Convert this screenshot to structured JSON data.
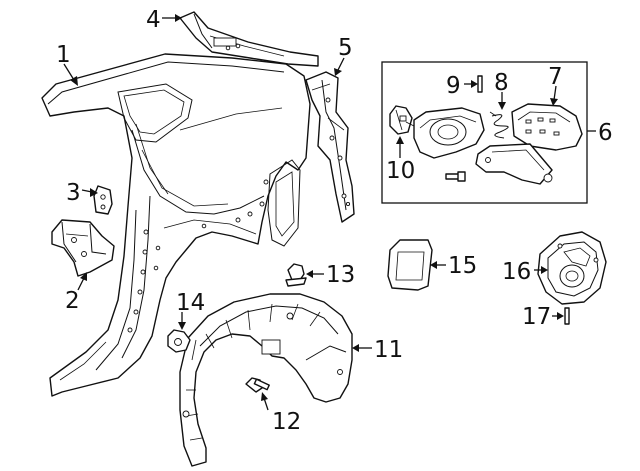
{
  "callouts": {
    "c1": "1",
    "c2": "2",
    "c3": "3",
    "c4": "4",
    "c5": "5",
    "c6": "6",
    "c7": "7",
    "c8": "8",
    "c9": "9",
    "c10": "10",
    "c11": "11",
    "c12": "12",
    "c13": "13",
    "c14": "14",
    "c15": "15",
    "c16": "16",
    "c17": "17"
  },
  "colors": {
    "line": "#111111",
    "background": "#ffffff"
  }
}
